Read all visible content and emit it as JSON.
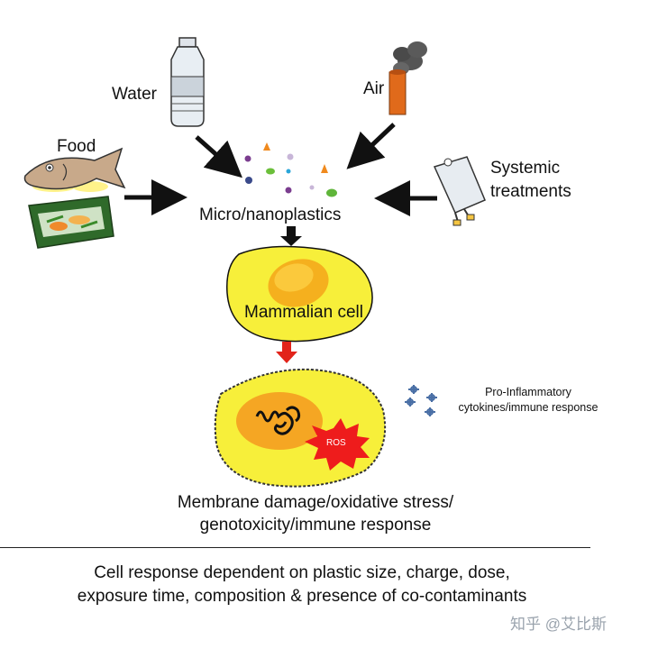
{
  "sources": {
    "water": "Water",
    "air": "Air",
    "food": "Food",
    "systemic_line1": "Systemic",
    "systemic_line2": "treatments"
  },
  "center_label": "Micro/nanoplastics",
  "cell_label": "Mammalian cell",
  "ros_label": "ROS",
  "inflammation_line1": "Pro-Inflammatory",
  "inflammation_line2": "cytokines/immune response",
  "effects_line1": "Membrane damage/oxidative stress/",
  "effects_line2": "genotoxicity/immune response",
  "footer_line1": "Cell response dependent on plastic size, charge, dose,",
  "footer_line2": "exposure time, composition & presence of co-contaminants",
  "watermark": "知乎 @艾比斯",
  "colors": {
    "cell_fill": "#f7ef3a",
    "nucleus": "#f5b01e",
    "ros": "#ee1c1c",
    "down_arrow": "#e2231a"
  }
}
